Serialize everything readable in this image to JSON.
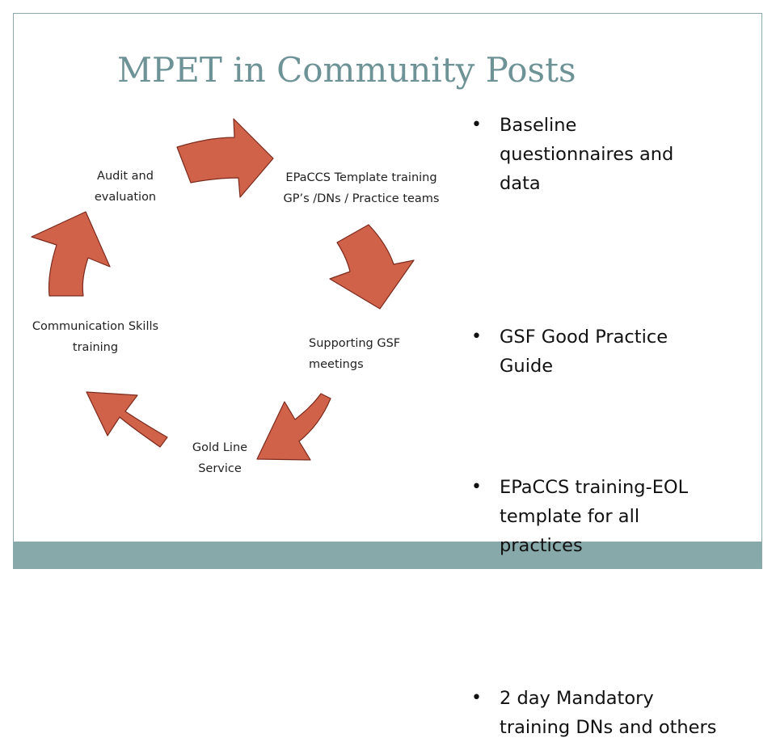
{
  "slide": {
    "title": "MPET in Community Posts",
    "colors": {
      "accent": "#6e9396",
      "arrow_fill": "#d1624a",
      "arrow_stroke": "#7a2a1c",
      "footer": "#88a9aa"
    }
  },
  "cycle": {
    "steps": [
      {
        "label_line1": "EPaCCS Template training",
        "label_line2": "GP’s /DNs / Practice teams"
      },
      {
        "label_line1": "Supporting GSF",
        "label_line2": "meetings"
      },
      {
        "label_line1": "Gold Line",
        "label_line2": "Service"
      },
      {
        "label_line1": "Communication Skills",
        "label_line2": "training"
      },
      {
        "label_line1": "Audit and",
        "label_line2": "evaluation"
      }
    ]
  },
  "bullets": [
    {
      "line1": "Baseline",
      "line2": "questionnaires and",
      "line3": "data"
    },
    {
      "line1": "GSF Good Practice",
      "line2": "Guide"
    },
    {
      "line1": "EPaCCS training-EOL",
      "line2": "template for all",
      "line3": "practices"
    },
    {
      "line1": "2 day Mandatory",
      "line2": "training DNs and others"
    }
  ],
  "bullet_symbol": "•"
}
